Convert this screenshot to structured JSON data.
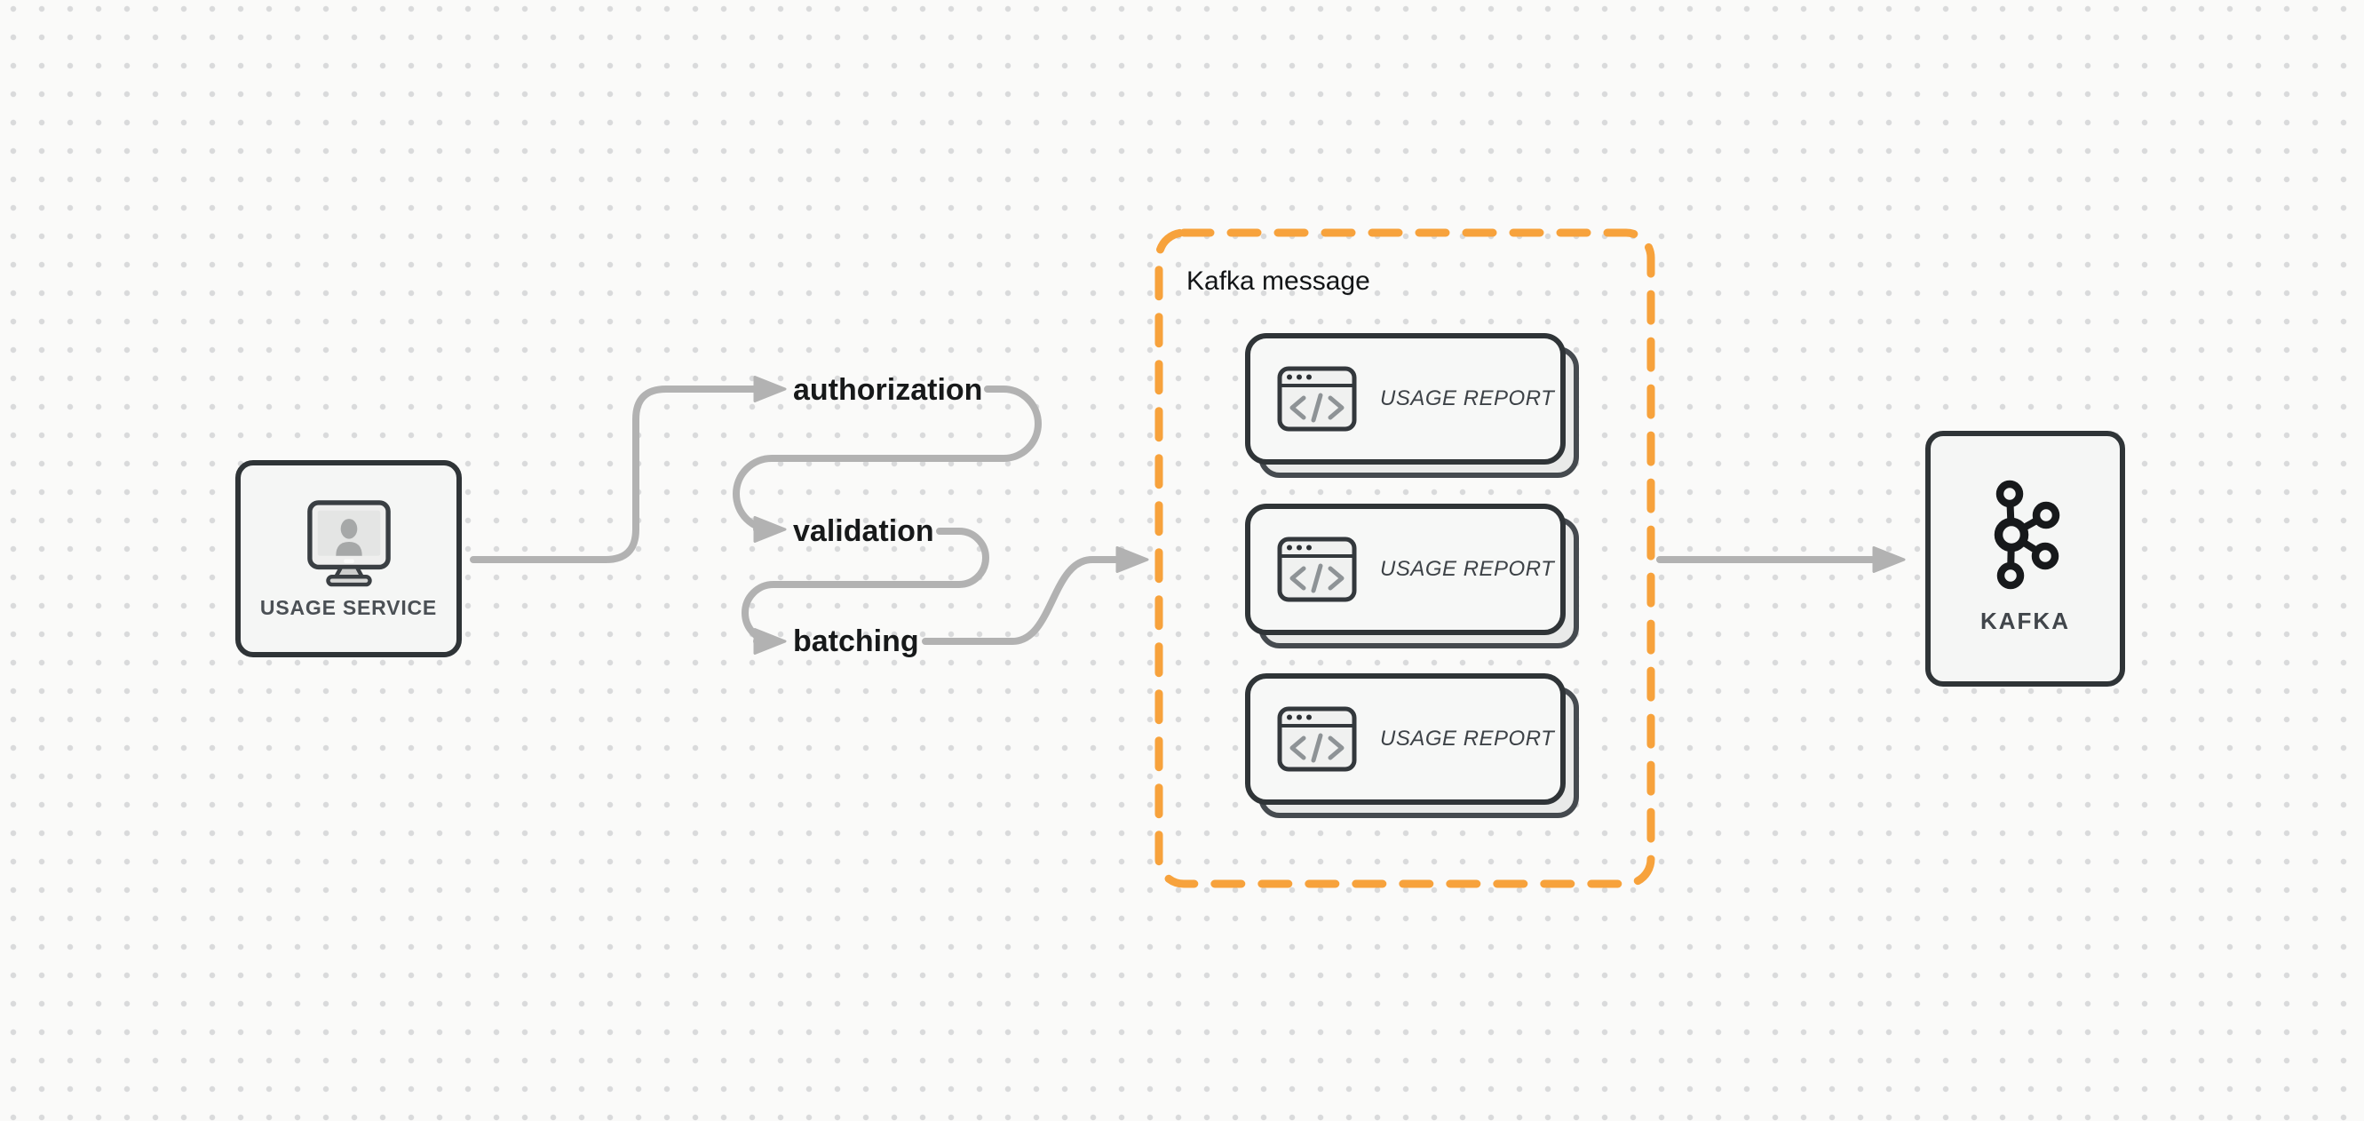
{
  "diagram": {
    "accent_orange": "#f7a23c",
    "arrow_color": "#b2b2b2",
    "node_border_color": "#2f3437",
    "background_dot_color": "#d9dadb"
  },
  "nodes": {
    "usage_service": {
      "label": "USAGE SERVICE",
      "icon": "monitor-user-icon"
    },
    "kafka": {
      "label": "KAFKA",
      "icon": "kafka-logo-icon"
    }
  },
  "pipeline_steps": [
    {
      "label": "authorization"
    },
    {
      "label": "validation"
    },
    {
      "label": "batching"
    }
  ],
  "kafka_message": {
    "title": "Kafka message",
    "cards": [
      {
        "label": "USAGE REPORT",
        "icon": "code-window-icon"
      },
      {
        "label": "USAGE REPORT",
        "icon": "code-window-icon"
      },
      {
        "label": "USAGE REPORT",
        "icon": "code-window-icon"
      }
    ]
  }
}
